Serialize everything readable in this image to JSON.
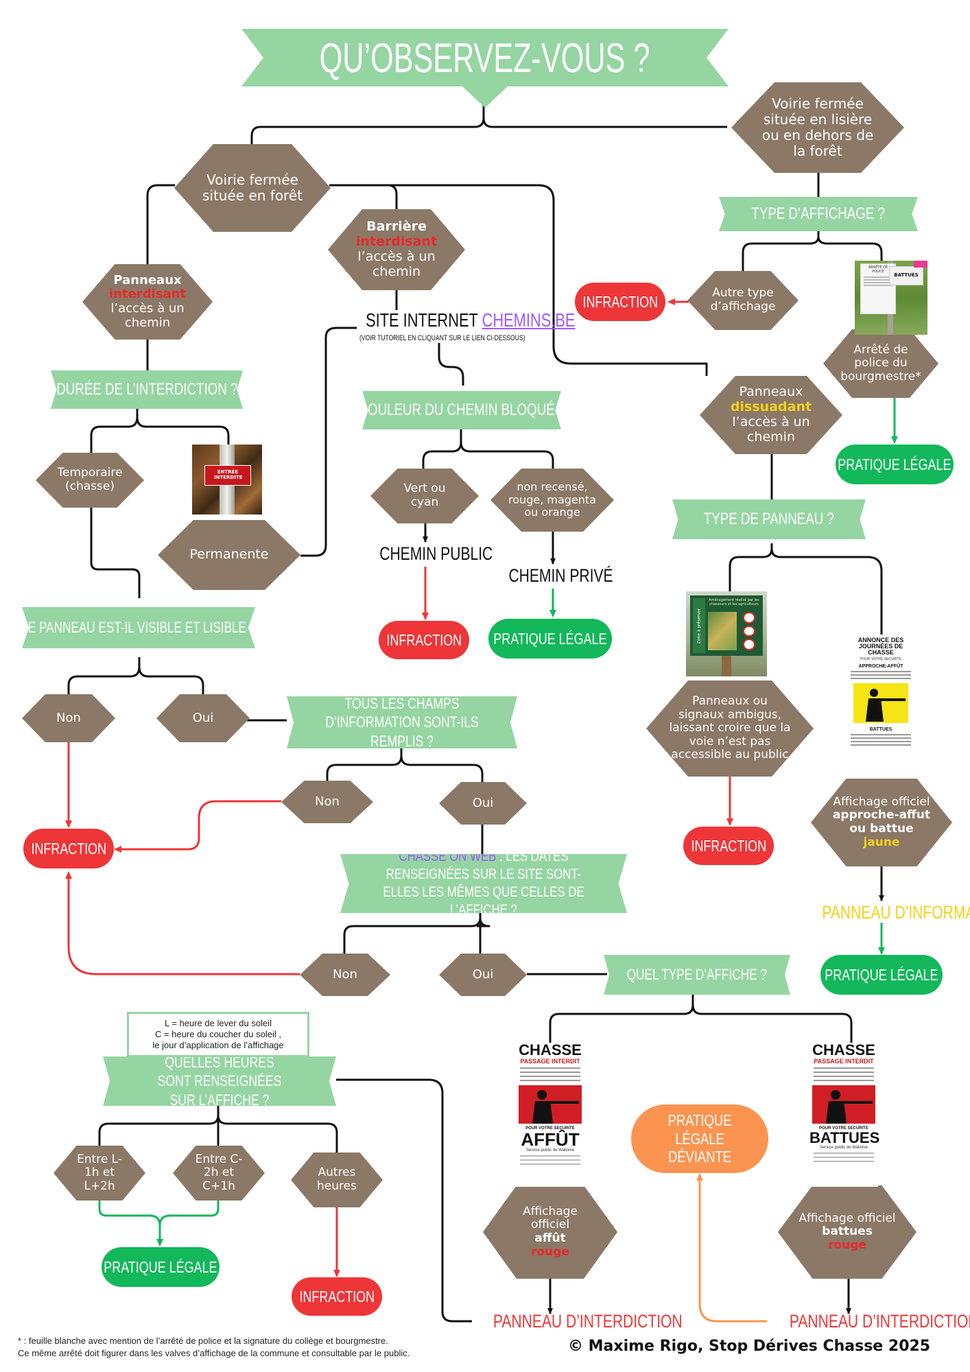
{
  "title": "QU’OBSERVEZ-VOUS ?",
  "colors": {
    "hexagon": "#8b7866",
    "banner": "#95d5a2",
    "red": "#ee3538",
    "green": "#12b85a",
    "orange": "#fb9450",
    "line": "#111111",
    "purple": "#a259ff",
    "yellow": "#f4d21a"
  },
  "nodes": {
    "voirie_foret": "Voirie fermée située en forêt",
    "voirie_lisiere": "Voirie fermée située en lisière ou en dehors de la forêt",
    "barriere": {
      "l1": "Barrière",
      "l2": "interdisant",
      "l3": "l’accès à un chemin"
    },
    "panneaux_interdisant": {
      "l1": "Panneaux",
      "l2": "interdisant",
      "l3": "l’accès à un chemin"
    },
    "panneaux_dissuadant": {
      "l1": "Panneaux",
      "l2": "dissuadant",
      "l3": "l’accès à un chemin"
    },
    "autre_type": "Autre type d’affichage",
    "arrete": "Arrêté de police du bourgmestre*",
    "temporaire": "Temporaire (chasse)",
    "permanente": "Permanente",
    "vert_cyan": "Vert ou cyan",
    "non_recense": "non recensé, rouge, magenta ou orange",
    "non_1": "Non",
    "oui_1": "Oui",
    "non_2": "Non",
    "oui_2": "Oui",
    "non_3": "Non",
    "oui_3": "Oui",
    "ambigus": "Panneaux ou signaux ambigus, laissant croire que la voie n’est pas accessible au public",
    "officiel_jaune": {
      "l1": "Affichage officiel",
      "l2": "approche-affut ou battue",
      "l3": "jaune"
    },
    "entre_l": "Entre L-1h et L+2h",
    "entre_c": "Entre C-2h et C+1h",
    "autres_heures": "Autres heures",
    "officiel_affut": {
      "l1": "Affichage officiel",
      "l2": "affût",
      "l3": "rouge"
    },
    "officiel_battues": {
      "l1": "Affichage officiel",
      "l2": "battues",
      "l3": "rouge"
    }
  },
  "banners": {
    "type_affichage": "TYPE D’AFFICHAGE ?",
    "duree": "DURÉE DE L’INTERDICTION ?",
    "couleur": "COULEUR DU CHEMIN BLOQUÉ ?",
    "type_panneau": "TYPE DE PANNEAU ?",
    "visible": "LE PANNEAU EST-IL VISIBLE ET LISIBLE ?",
    "champs": "TOUS LES CHAMPS D’INFORMATION SONT-ILS  REMPLIS ?",
    "chasse_web": {
      "link": "CHASSE ON WEB",
      "rest": " : LES DATES RENSEIGNÉES SUR LE SITE SONT-ELLES LES MÊMES QUE CELLES DE L’AFFICHE ?"
    },
    "quel_type": "QUEL TYPE D’AFFICHE ?",
    "heures": "QUELLES HEURES SONT RENSEIGNÉES SUR L’AFFICHE ?"
  },
  "outcomes": {
    "infraction": "INFRACTION",
    "pratique_legale": "PRATIQUE LÉGALE",
    "pratique_deviante": "PRATIQUE LÉGALE DÉVIANTE"
  },
  "labels": {
    "site_internet": "SITE INTERNET ",
    "chemins_be": "CHEMINS.BE",
    "tutoriel": "(VOIR TUTORIEL EN CLIQUANT SUR LE LIEN CI-DESSOUS)",
    "chemin_public": "CHEMIN PUBLIC",
    "chemin_prive": "CHEMIN PRIVÉ",
    "panneau_information": "PANNEAU D’INFORMATION",
    "panneau_interdiction": "PANNEAU D’INTERDICTION",
    "legend": "L = heure de lever du soleil\nC = heure du coucher du soleil ,\nle jour d’application de l’affichage",
    "footnote1": "* : feuille blanche avec mention de l’arrêté de police et la signature du collège et bourgmestre.",
    "footnote2": "Ce même arrêté doit figurer dans les valves d’affichage de la commune et consultable par le public.",
    "credit": "© Maxime Rigo, Stop Dérives Chasse 2025"
  },
  "images": {
    "entree_interdite": "ENTRÉE INTERDITE",
    "arrete_top": "ARRÊTÉ DE POLICE",
    "arrete_sub": "BATTUES",
    "info_sign": "Aménagement réalisé par les chasseurs et les agriculteurs",
    "info_vertical": "Zone à préserver",
    "annonce_title": "ANNONCE DES JOURNÉES DE CHASSE",
    "annonce_sub": "POUR VOTRE SECURITE",
    "annonce_approche": "APPROCHE-AFFÛT",
    "annonce_battues": "BATTUES",
    "chasse": "CHASSE",
    "passage_interdit": "PASSAGE INTERDIT",
    "pour_votre_securite": "POUR VOTRE SECURITE",
    "affut": "AFFÛT",
    "battues": "BATTUES",
    "spw": "Service public de Wallonie"
  }
}
